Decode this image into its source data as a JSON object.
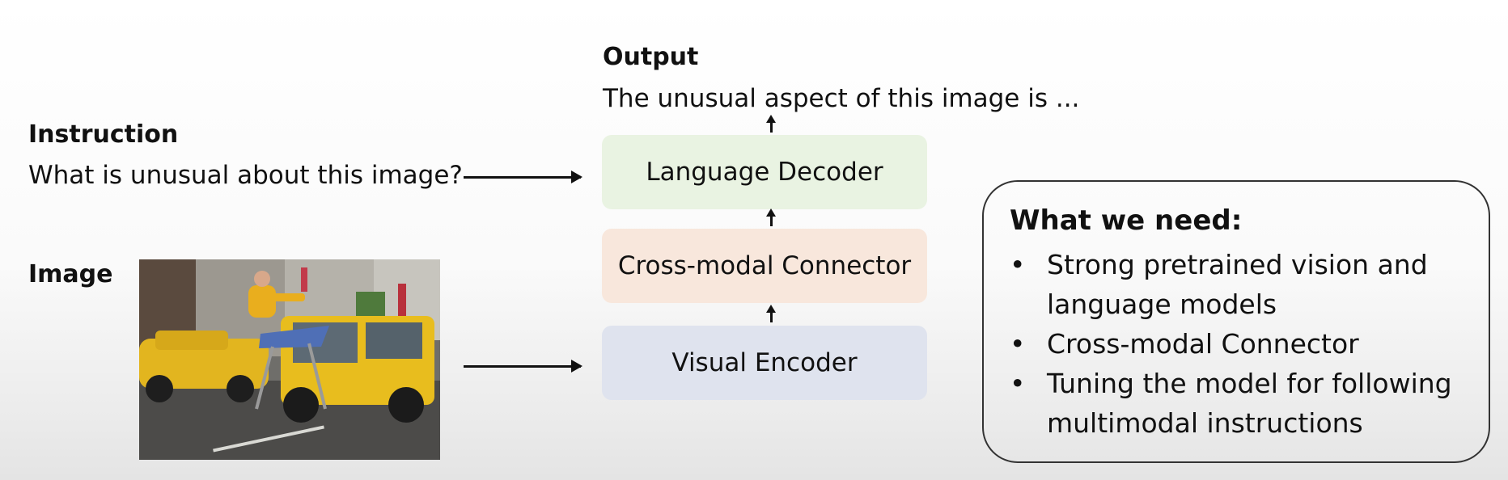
{
  "instruction": {
    "heading": "Instruction",
    "text": "What is unusual about this image?"
  },
  "image_section": {
    "heading": "Image"
  },
  "output": {
    "heading": "Output",
    "text": "The unusual aspect of this image is ..."
  },
  "pipeline": {
    "decoder": "Language Decoder",
    "connector": "Cross-modal Connector",
    "encoder": "Visual Encoder"
  },
  "colors": {
    "decoder_bg": "#e9f3e2",
    "connector_bg": "#f8e7dc",
    "encoder_bg": "#dfe3ee"
  },
  "needs": {
    "title": "What we need:",
    "items": [
      "Strong pretrained vision and language models",
      "Cross-modal Connector",
      "Tuning the model for following multimodal instructions"
    ]
  }
}
